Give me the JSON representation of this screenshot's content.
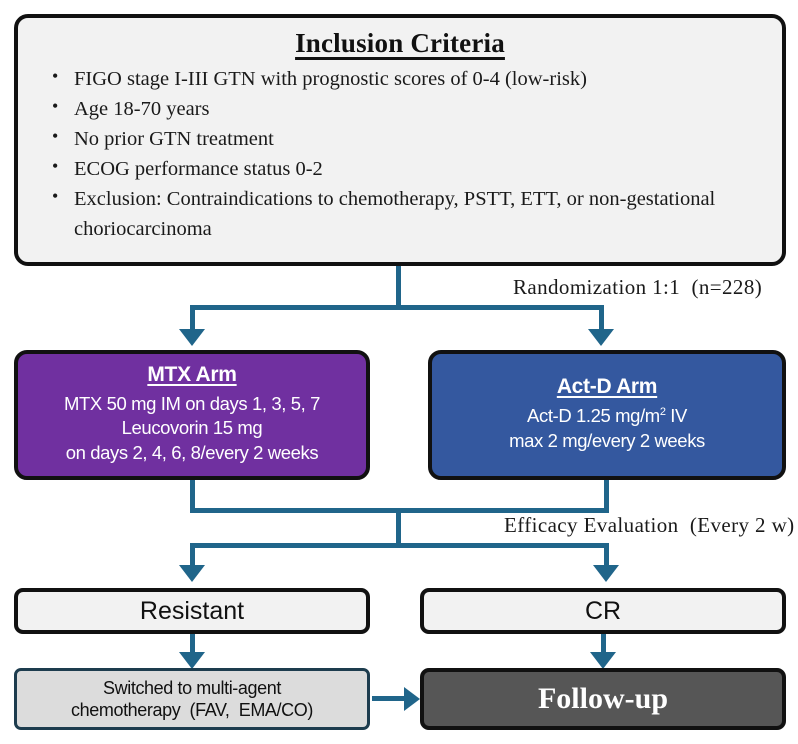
{
  "diagram": {
    "title": "GTN low-risk randomized trial flowchart",
    "colors": {
      "mtx_arm": "#7030A0",
      "actd_arm": "#34589F",
      "connector": "#20658A",
      "followup": "#565656",
      "box_fill": "#F2F2F2",
      "switched_fill": "#DCDCDC",
      "border": "#111111"
    }
  },
  "inclusion": {
    "title": "Inclusion Criteria",
    "items": [
      "FIGO stage I-III GTN with prognostic scores of 0-4 (low-risk)",
      "Age 18-70 years",
      "No prior GTN treatment",
      "ECOG performance status 0-2",
      "Exclusion: Contraindications to chemotherapy, PSTT, ETT, or non-gestational choriocarcinoma"
    ]
  },
  "edges": {
    "randomization_label": "Randomization 1:1  (n=228)",
    "efficacy_label": "Efficacy Evaluation  (Every 2 w)"
  },
  "arms": {
    "mtx": {
      "title": "MTX Arm",
      "lines": [
        "MTX 50 mg IM on days 1, 3, 5, 7",
        "Leucovorin 15 mg",
        "on days 2, 4, 6, 8/every 2 weeks"
      ]
    },
    "actd": {
      "title": "Act-D Arm",
      "line1_prefix": "Act-D 1.25 mg/m",
      "line1_sup": "2",
      "line1_suffix": " IV",
      "line2": "max 2 mg/every 2 weeks"
    }
  },
  "outcomes": {
    "resistant": "Resistant",
    "cr": "CR"
  },
  "terminal": {
    "switched_line1": "Switched to multi-agent",
    "switched_line2": "chemotherapy  (FAV,  EMA/CO)",
    "followup": "Follow-up"
  }
}
